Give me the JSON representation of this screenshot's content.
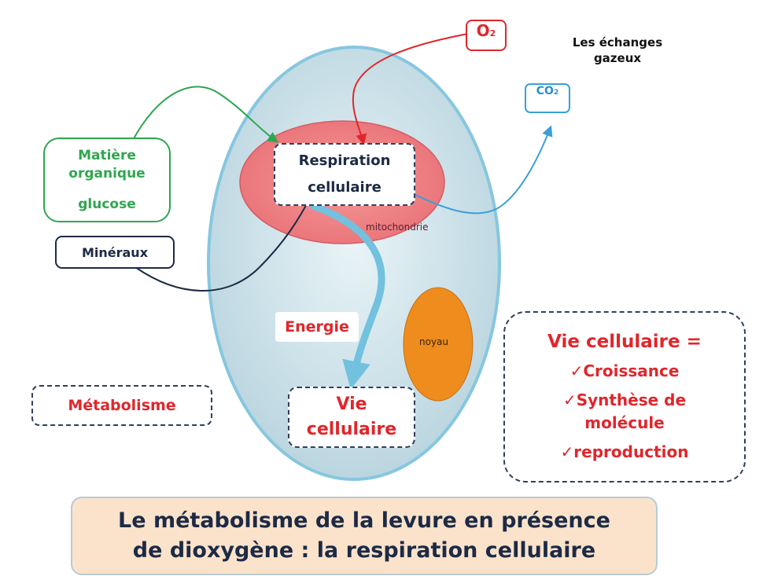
{
  "title": {
    "line1": "Le métabolisme de la levure en présence",
    "line2": "de dioxygène : la respiration cellulaire"
  },
  "gas_exchange": {
    "line1": "Les échanges",
    "line2": "gazeux"
  },
  "o2": {
    "main": "O",
    "sub": "2"
  },
  "co2": {
    "main": "CO",
    "sub": "2"
  },
  "organic": {
    "line1": "Matière",
    "line2": "organique",
    "line3": "glucose"
  },
  "minerals": "Minéraux",
  "respiration": {
    "line1": "Respiration",
    "line2": "cellulaire"
  },
  "mitochondria": "mitochondrie",
  "energy": "Energie",
  "nucleus": "noyau",
  "vie": {
    "line1": "Vie",
    "line2": "cellulaire"
  },
  "metabolism": "Métabolisme",
  "vie_list": {
    "heading": "Vie cellulaire =",
    "item1": "✓Croissance",
    "item2a": "✓Synthèse de",
    "item2b": "molécule",
    "item3": "✓reproduction"
  },
  "colors": {
    "red": "#e0262c",
    "green": "#2fa64f",
    "navy": "#1d2a45",
    "sky": "#3aa0d8",
    "cell": "#c4dde6",
    "mitochondria": "#f08a8c",
    "nucleus": "#ef8c1e",
    "title_bg": "#fbe3cb"
  }
}
